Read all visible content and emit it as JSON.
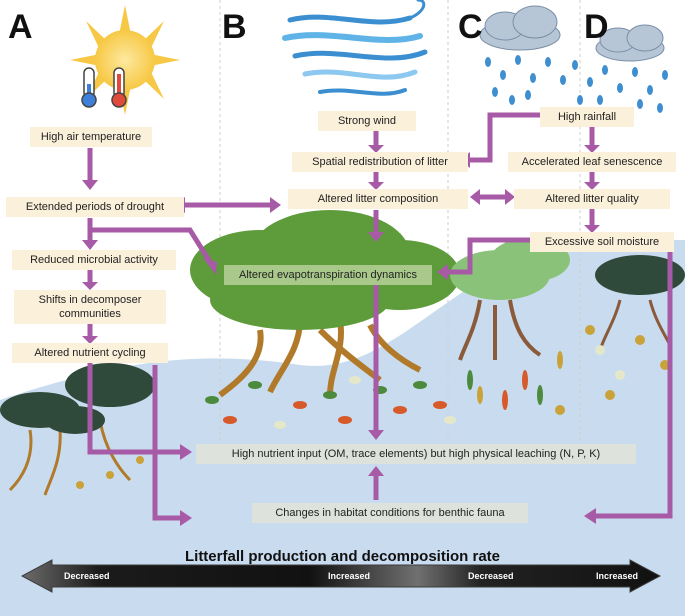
{
  "panels": {
    "a": "A",
    "b": "B",
    "c": "C",
    "d": "D"
  },
  "icons": [
    "sun-icon",
    "thermometer-icon",
    "wind-icon",
    "rain-cloud-icon"
  ],
  "colors": {
    "arrow": "#a75aa6",
    "label_box": "#fbf0da",
    "water": "#c9dcef",
    "canopy": "#5e9b3b",
    "scale_dark": "#111111",
    "scale_light": "#6c6c6c"
  },
  "panel_a": {
    "high_air_temperature": "High air temperature",
    "extended_drought": "Extended periods of drought",
    "reduced_microbial": "Reduced microbial activity",
    "shifts_decomposer": "Shifts in decomposer communities",
    "altered_nutrient": "Altered nutrient cycling"
  },
  "panel_b": {
    "strong_wind": "Strong wind",
    "spatial_redistribution": "Spatial redistribution of litter",
    "altered_litter_composition": "Altered litter composition",
    "altered_evapotranspiration": "Altered evapotranspiration dynamics"
  },
  "panel_cd": {
    "high_rainfall": "High rainfall",
    "accelerated_senescence": "Accelerated leaf senescence",
    "altered_litter_quality": "Altered litter quality",
    "excessive_soil_moisture": "Excessive soil moisture"
  },
  "bottom": {
    "high_nutrient_input": "High nutrient input (OM, trace elements) but high physical leaching (N, P, K)",
    "changes_habitat": "Changes in habitat conditions for benthic fauna"
  },
  "scale": {
    "title": "Litterfall production and decomposition rate",
    "labels": [
      "Decreased",
      "Increased",
      "Decreased",
      "Increased"
    ]
  }
}
